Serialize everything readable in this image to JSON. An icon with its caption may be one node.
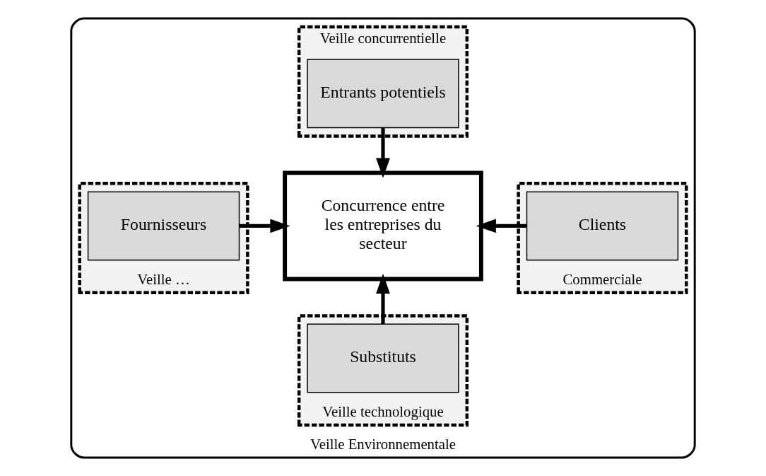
{
  "diagram": {
    "nodes": [
      {
        "text": [
          "Veille Environnementale"
        ]
      },
      {
        "text": [
          "Veille concurrentielle"
        ],
        "in": 0
      },
      {
        "text": [
          "Entrants potentiels"
        ],
        "in": 1
      },
      {
        "text": [
          "Veille …"
        ],
        "in": 0
      },
      {
        "text": [
          "Fournisseurs"
        ],
        "in": 3
      },
      {
        "text": [
          "Concurrence entre les entreprises du secteur"
        ],
        "in": 0
      },
      {
        "text": [
          "Commerciale"
        ],
        "in": 0
      },
      {
        "text": [
          "Clients"
        ],
        "in": 6
      },
      {
        "text": [
          "Veille technologique"
        ],
        "in": 0
      },
      {
        "text": [
          "Substituts"
        ],
        "in": 8
      }
    ],
    "edges": [
      {
        "from": 2,
        "to": 5,
        "arrow": "to"
      },
      {
        "from": 4,
        "to": 5,
        "arrow": "to"
      },
      {
        "from": 7,
        "to": 5,
        "arrow": "to"
      },
      {
        "from": 9,
        "to": 5,
        "arrow": "to"
      }
    ]
  }
}
